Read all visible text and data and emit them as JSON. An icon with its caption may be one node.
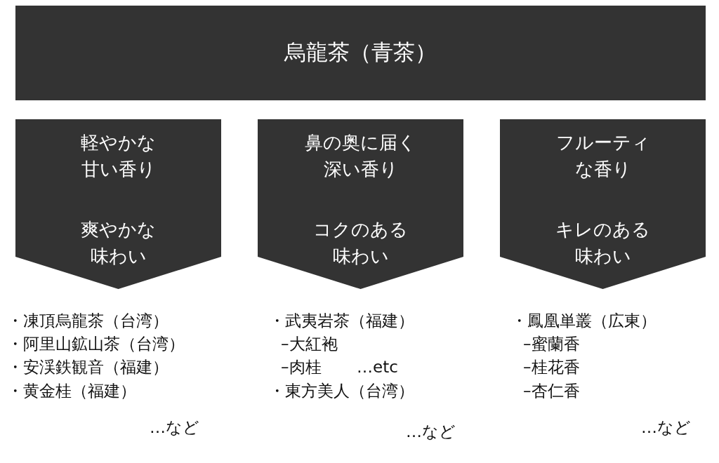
{
  "diagram": {
    "nodes": [
      {
        "text": [
          "烏龍茶（青茶）"
        ]
      },
      {
        "text": [
          "軽やかな甘い香り",
          "爽やかな味わい"
        ]
      },
      {
        "text": [
          "鼻の奥に届く深い香り",
          "コクのある味わい"
        ]
      },
      {
        "text": [
          "フルーティな香り",
          "キレのある味わい"
        ]
      }
    ],
    "labels": [
      "・凍頂烏龍茶（台湾）",
      "・阿里山鉱山茶（台湾）",
      "・安渓鉄観音（福建）",
      "・黄金桂（福建）",
      "…など",
      "・武夷岩茶（福建）",
      "–大紅袍",
      "–肉桂",
      "…etc",
      "・東方美人（台湾）",
      "…など",
      "・鳳凰単叢（広東）",
      "–蜜蘭香",
      "–桂花香",
      "–杏仁香",
      "…など"
    ]
  }
}
